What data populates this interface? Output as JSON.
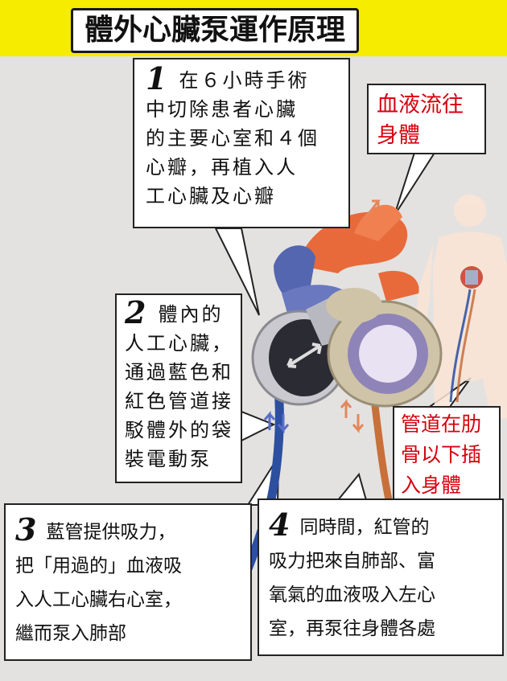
{
  "title": "體外心臟泵運作原理",
  "callouts": [
    {
      "num": "1",
      "lines": [
        "在６小時手術",
        "中切除患者心臟",
        "的主要心室和４個",
        "心瓣，再植入人",
        "工心臟及心瓣"
      ]
    },
    {
      "num": "2",
      "lines": [
        "體內的",
        "人工心臟，",
        "通過藍色和",
        "紅色管道接",
        "駁體外的袋",
        "裝電動泵"
      ]
    },
    {
      "num": "3",
      "lines": [
        "藍管提供吸力，",
        "把「用過的」血液吸",
        "入人工心臟右心室，",
        "繼而泵入肺部"
      ]
    },
    {
      "num": "4",
      "lines": [
        "同時間，紅管的",
        "吸力把來自肺部、富",
        "氧氣的血液吸入左心",
        "室，再泵往身體各處"
      ]
    }
  ],
  "labels": {
    "blood_flow": [
      "血液流往",
      "身體"
    ],
    "tube": [
      "管道在肋",
      "骨以下插",
      "入身體"
    ]
  },
  "colors": {
    "header": "#f6ec00",
    "label_red": "#d7000f",
    "blue_tube": "#2c4fa0",
    "red_tube": "#c8703a",
    "aorta": "#e86a3a"
  }
}
